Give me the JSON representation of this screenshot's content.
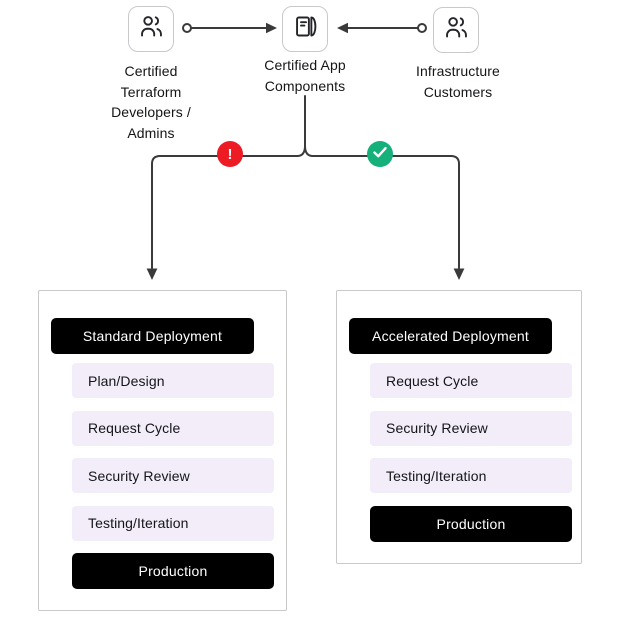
{
  "diagram": {
    "nodes": {
      "terraform": {
        "label": "Certified\nTerraform\nDevelopers /\nAdmins",
        "icon": "users-icon"
      },
      "components": {
        "label": "Certified App\nComponents",
        "icon": "book-icon"
      },
      "customers": {
        "label": "Infrastructure\nCustomers",
        "icon": "users-icon"
      }
    },
    "badges": {
      "warning": {
        "glyph": "!",
        "color": "#ED1C24"
      },
      "success": {
        "glyph": "checkmark",
        "color": "#16B07A"
      }
    },
    "colors": {
      "line": "#3a3a3a",
      "pill_bg": "#000000",
      "pill_text": "#ffffff",
      "row_bg": "#f3edfa",
      "panel_border": "#c9c9c9"
    },
    "panels": {
      "standard": {
        "title": "Standard Deployment",
        "steps": [
          "Plan/Design",
          "Request Cycle",
          "Security Review",
          "Testing/Iteration"
        ],
        "final_step": "Production"
      },
      "accelerated": {
        "title": "Accelerated Deployment",
        "steps": [
          "Request Cycle",
          "Security Review",
          "Testing/Iteration"
        ],
        "final_step": "Production"
      }
    }
  }
}
